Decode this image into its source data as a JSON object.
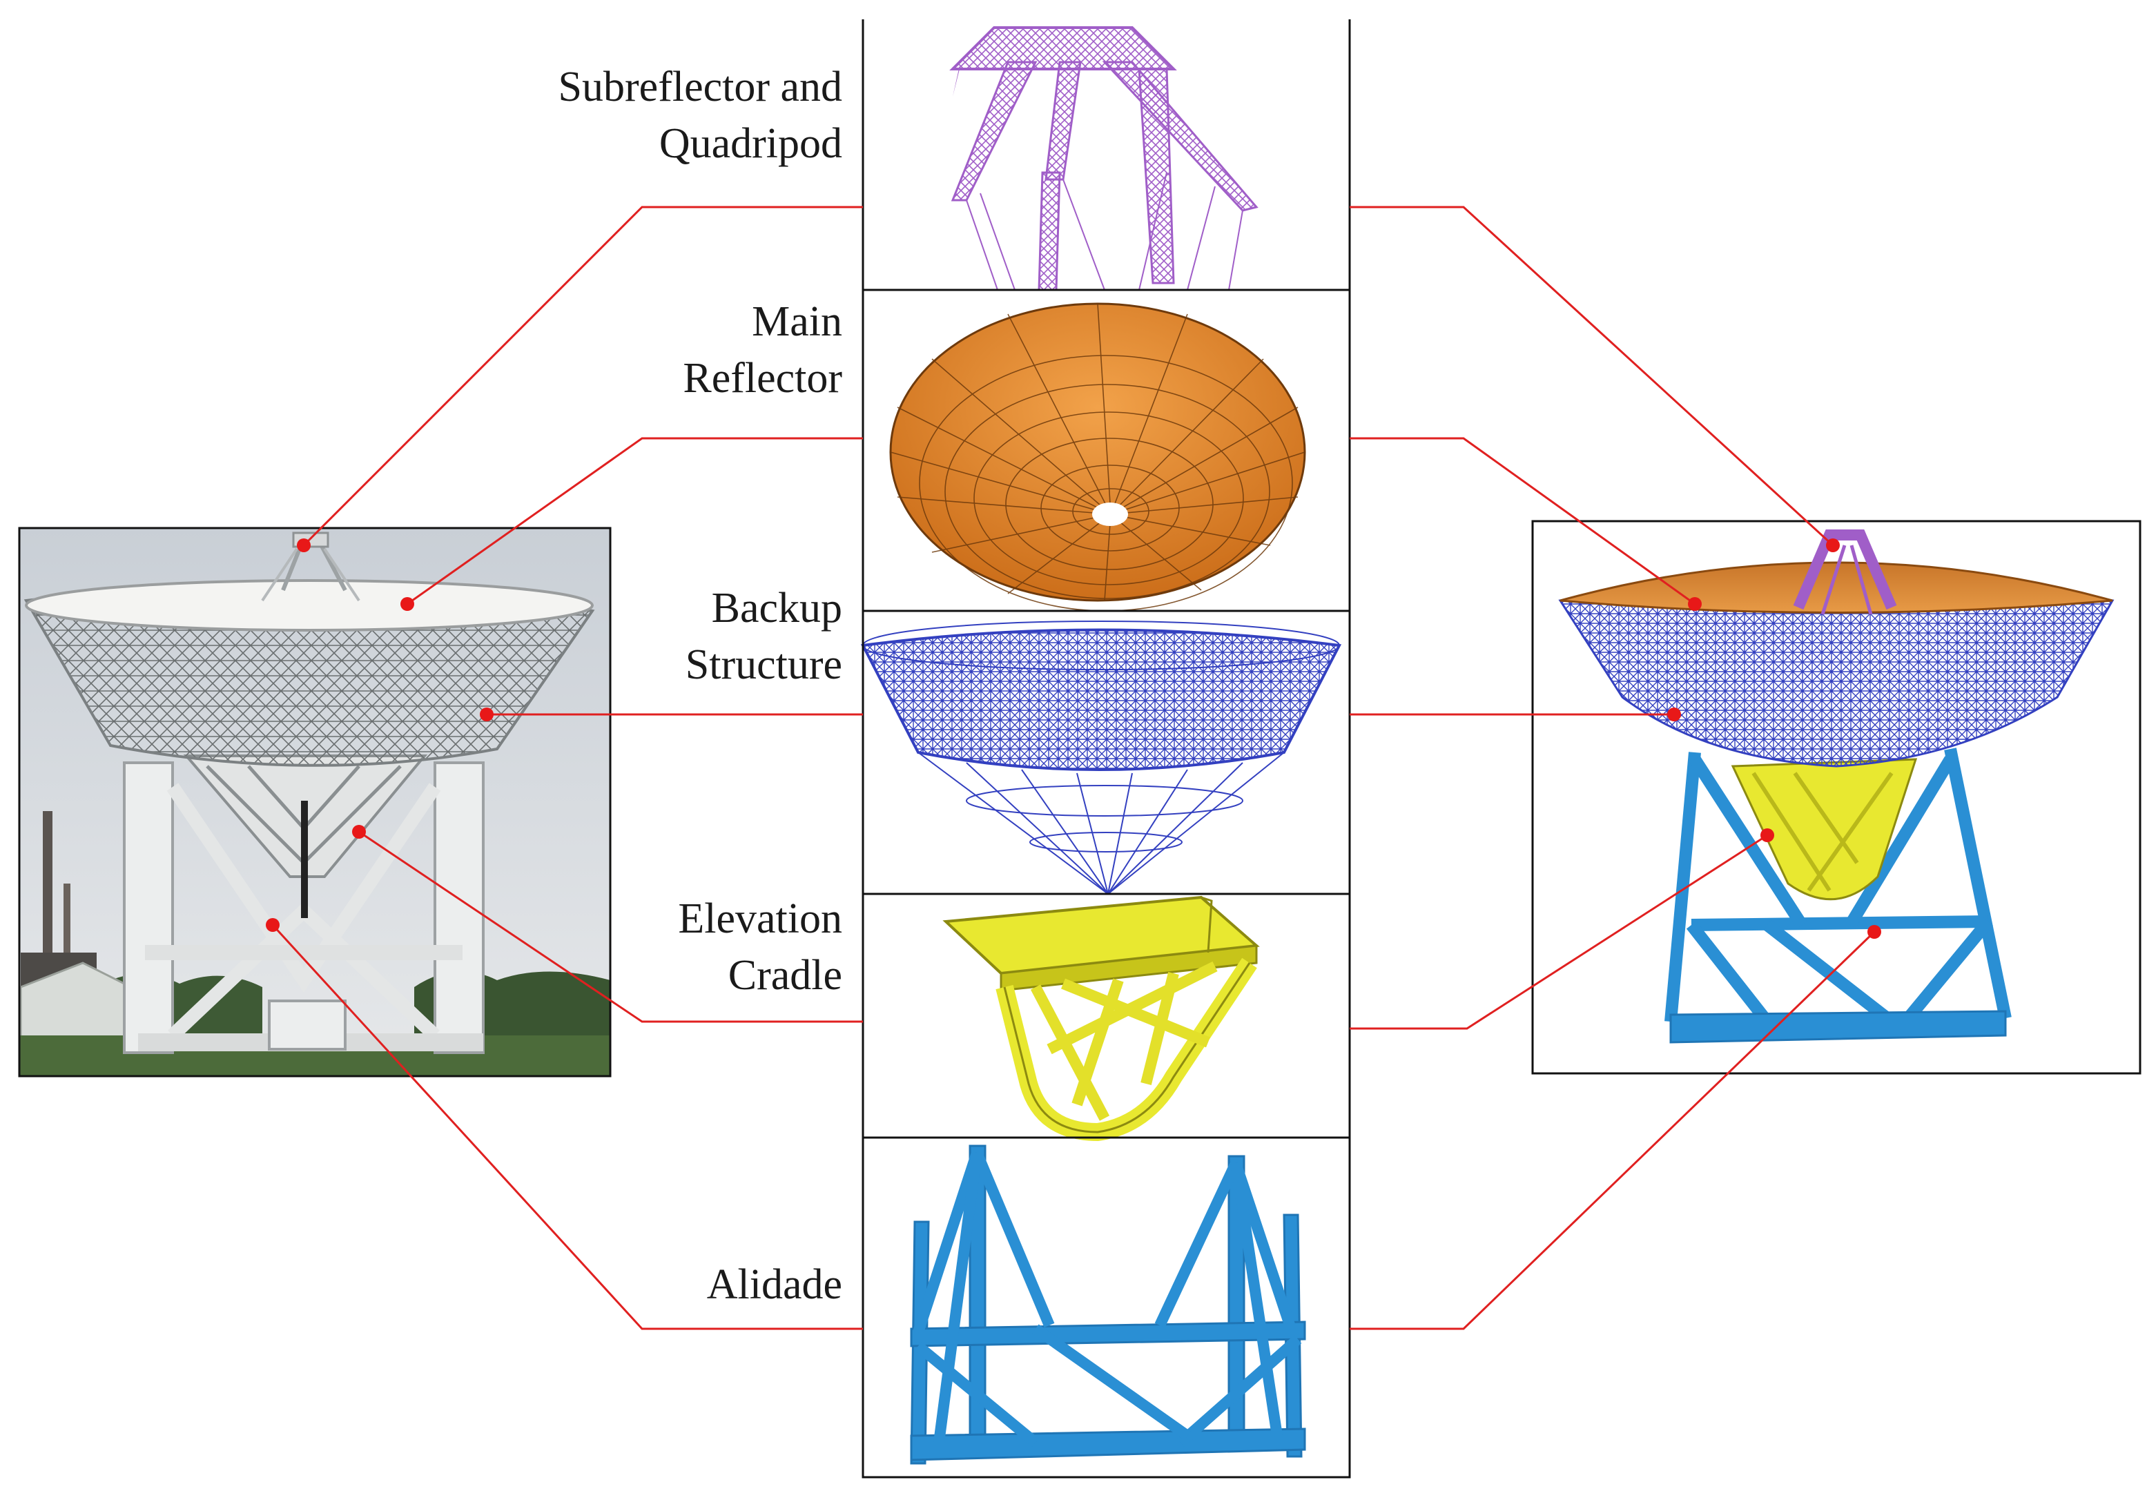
{
  "labels": {
    "subreflector": {
      "line1": "Subreflector and",
      "line2": "Quadripod"
    },
    "main_reflector": {
      "line1": "Main",
      "line2": "Reflector"
    },
    "backup_structure": {
      "line1": "Backup",
      "line2": "Structure"
    },
    "elevation_cradle": {
      "line1": "Elevation",
      "line2": "Cradle"
    },
    "alidade": {
      "line1": "Alidade"
    }
  },
  "colors": {
    "leader_line": "#e02020",
    "dot": "#e81818",
    "quadripod": "#a05ec8",
    "reflector": "#e88a2e",
    "backup": "#3340c0",
    "cradle": "#e8e830",
    "alidade": "#2a8fd4",
    "frame": "#111111"
  }
}
